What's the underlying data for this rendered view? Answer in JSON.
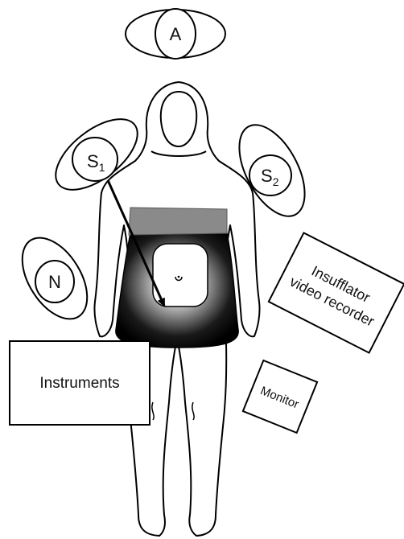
{
  "labels": {
    "anesthesiologist": "A",
    "surgeon1_letter": "S",
    "surgeon1_sub": "1",
    "surgeon2_letter": "S",
    "surgeon2_sub": "2",
    "nurse": "N",
    "instruments": "Instruments",
    "insufflator_line1": "Insufflator",
    "insufflator_line2": "video recorder",
    "monitor": "Monitor"
  },
  "colors": {
    "stroke": "#000000",
    "drape_top": "#8a8a8a",
    "drape_dark": "#0a0a0a",
    "background": "#ffffff"
  }
}
